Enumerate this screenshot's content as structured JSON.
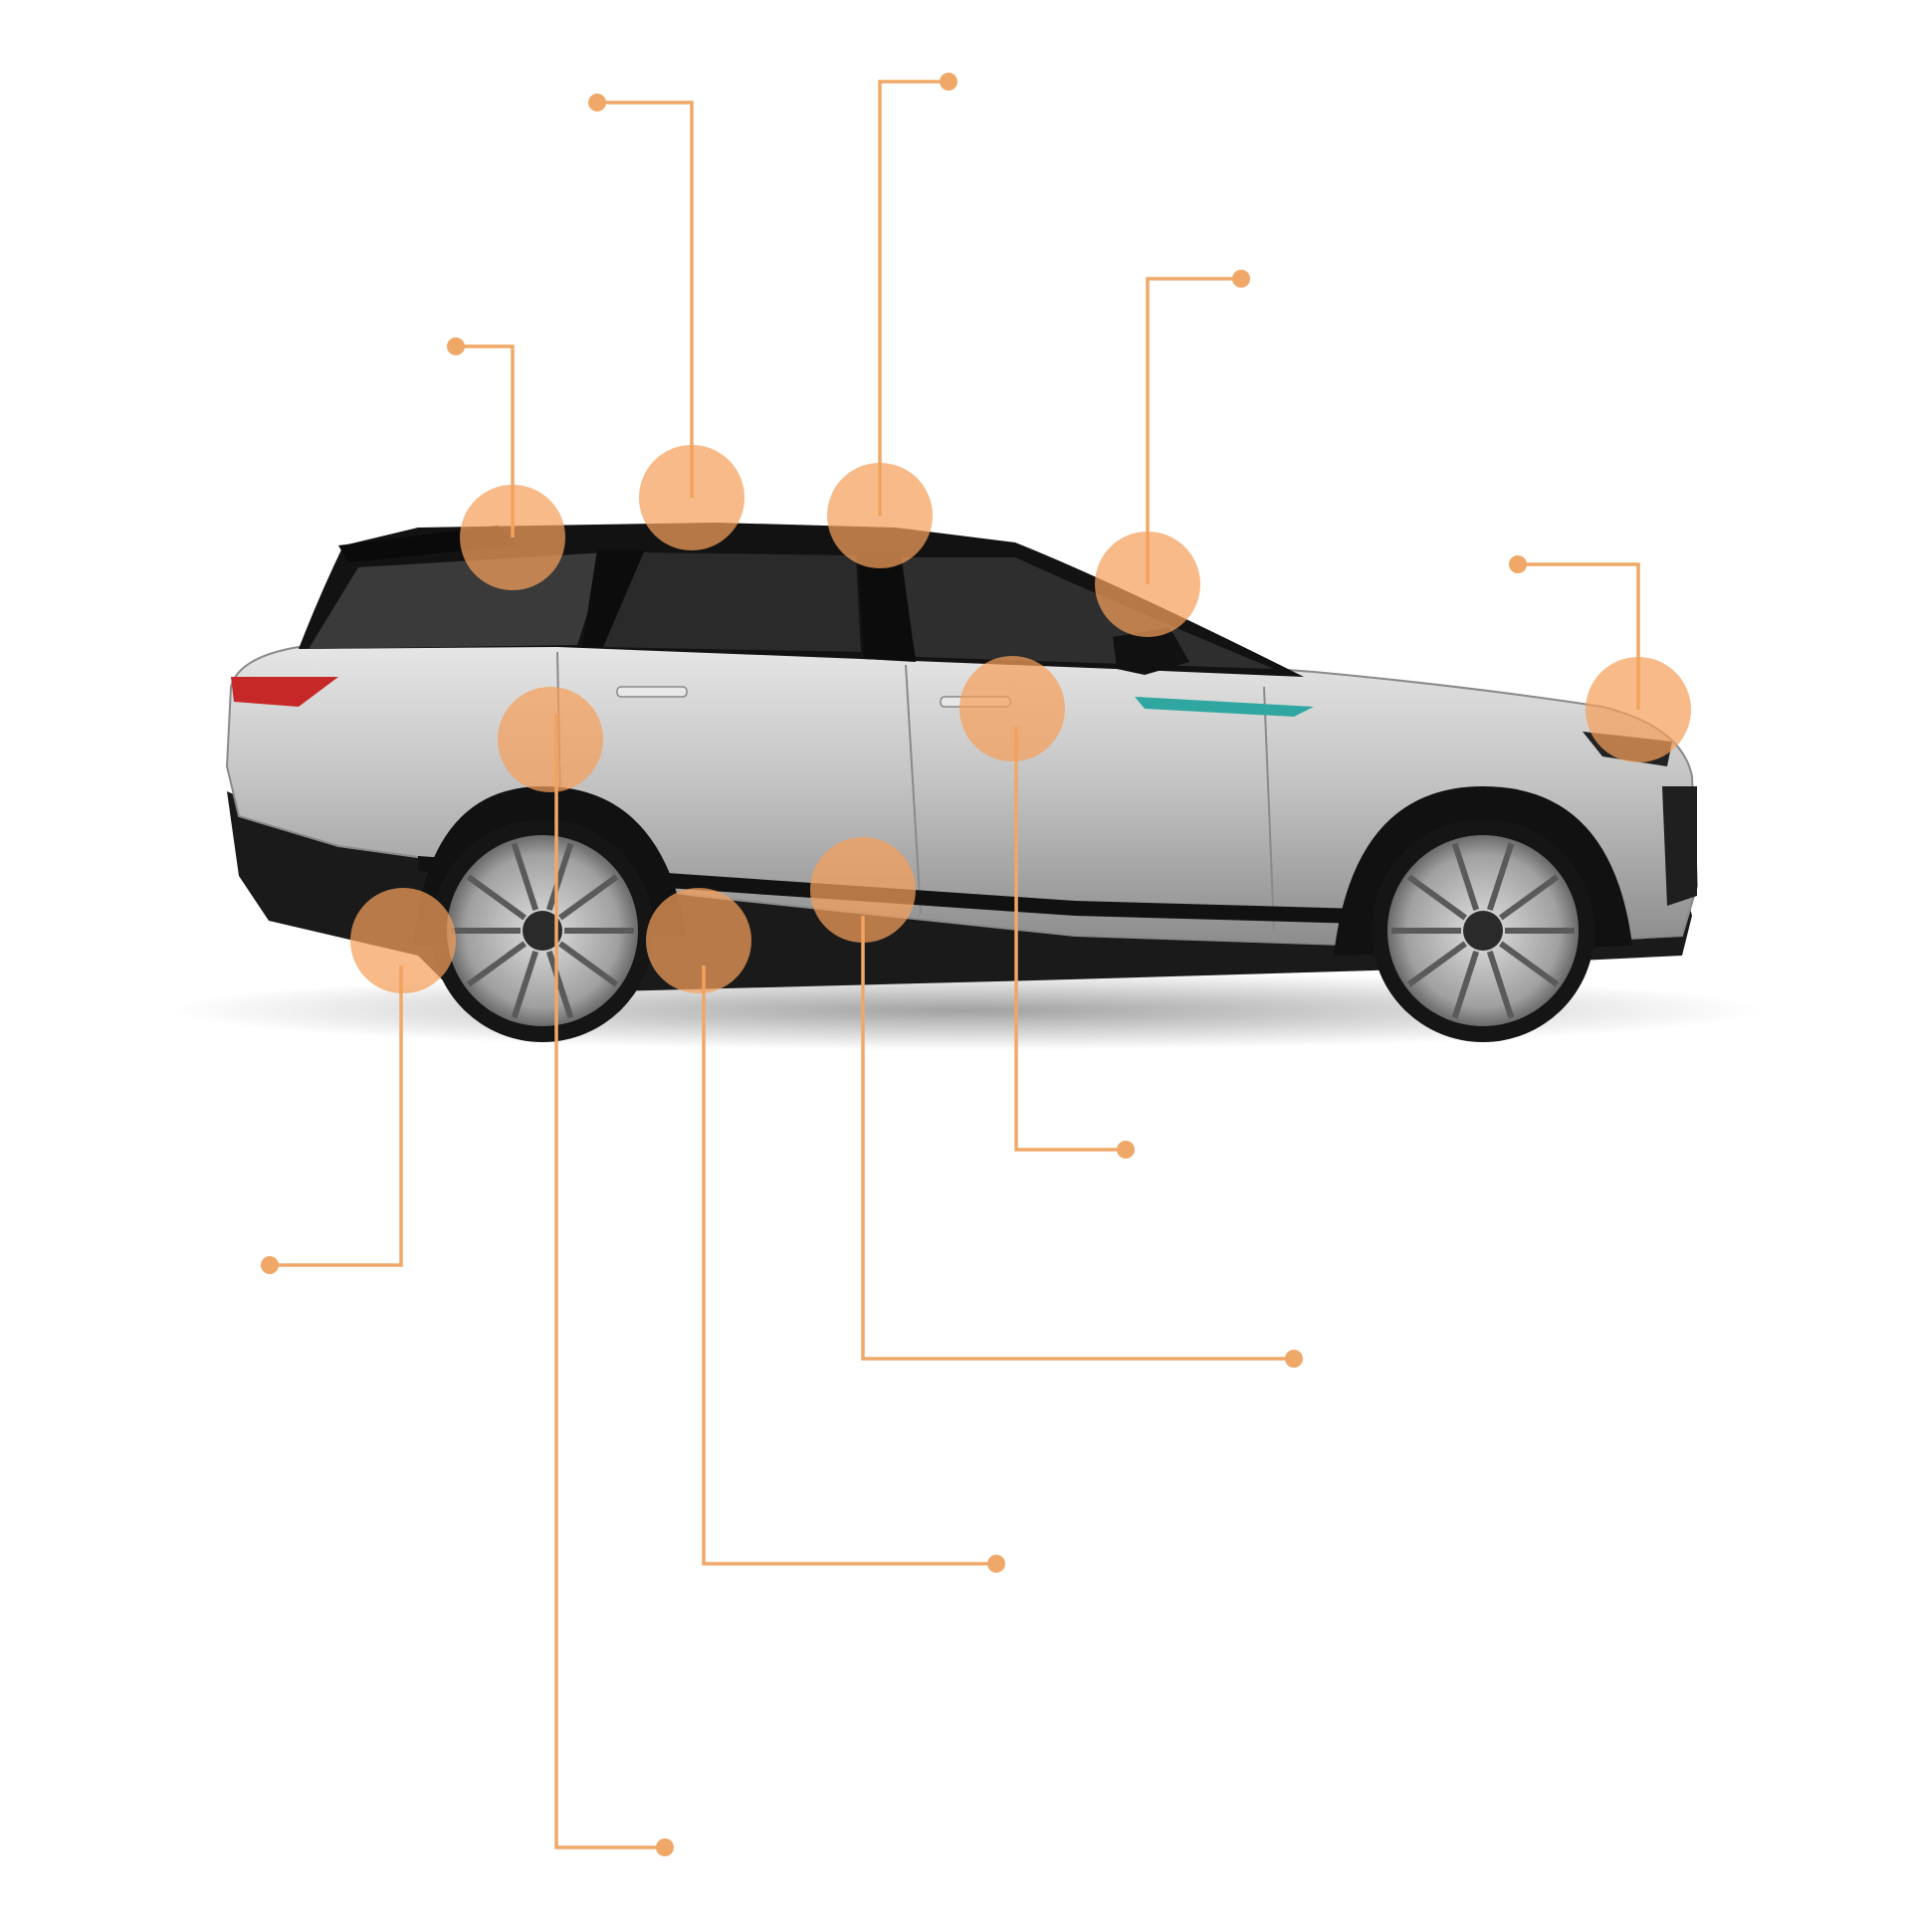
{
  "colors": {
    "accent": "#f0a868",
    "hotspot_fill": "#f4a05a",
    "background": "#ffffff",
    "car_body": "#bdbdbd",
    "car_glass": "#1e1e1e",
    "car_trim": "#151515",
    "wheel_rim": "#9a9a9a",
    "tail_light": "#c62828",
    "accent_strip": "#2fa7a0"
  },
  "image": {
    "subject": "car-side-view",
    "icon": "suv-illustration"
  },
  "hotspots": [
    {
      "id": "rear-spoiler"
    },
    {
      "id": "roof-rear"
    },
    {
      "id": "roof-front"
    },
    {
      "id": "side-mirror"
    },
    {
      "id": "headlight"
    },
    {
      "id": "rear-door"
    },
    {
      "id": "front-door"
    },
    {
      "id": "side-sill"
    },
    {
      "id": "rear-wheel"
    },
    {
      "id": "rear-bumper"
    }
  ]
}
